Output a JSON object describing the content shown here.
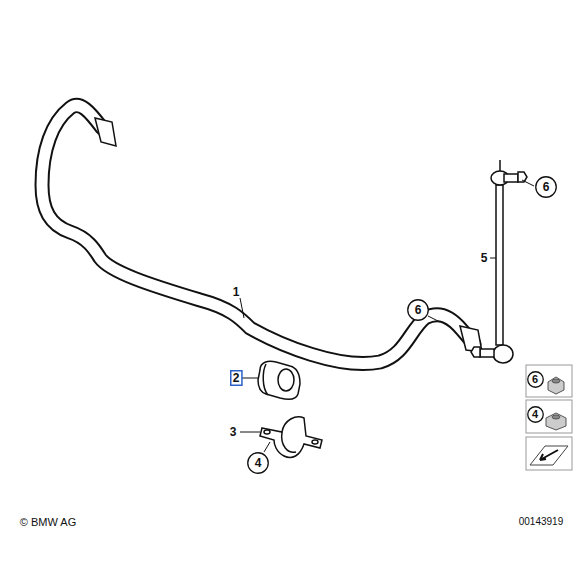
{
  "diagram": {
    "nodes": [
      {
        "text": [
          "6"
        ]
      },
      {
        "text": [
          "6"
        ]
      },
      {
        "text": [
          "2"
        ]
      },
      {
        "text": [
          "6"
        ]
      },
      {
        "text": [
          "4"
        ]
      },
      {
        "text": [
          "4"
        ]
      }
    ],
    "labels": [
      "1",
      "5",
      "3",
      "© BMW AG",
      "00143919"
    ]
  }
}
